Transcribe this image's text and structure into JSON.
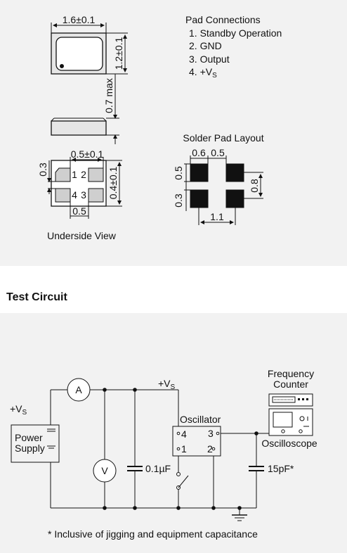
{
  "package": {
    "width_dim": "1.6±0.1",
    "height_dim": "1.2±0.1",
    "thickness_dim": "0.7 max",
    "pad_width_dim": "0.5±0.1",
    "pad_height_dim": "0.4±0.1",
    "pad_gap_dim": "0.3",
    "pad_bottom_dim": "0.5",
    "pads": {
      "p1": "1",
      "p2": "2",
      "p3": "3",
      "p4": "4"
    },
    "underside_label": "Underside View"
  },
  "pad_connections": {
    "title": "Pad Connections",
    "items": [
      "1. Standby Operation",
      "2. GND",
      "3. Output"
    ],
    "item4_prefix": "4. +V",
    "item4_sub": "S"
  },
  "solder_layout": {
    "title": "Solder Pad Layout",
    "dim_06": "0.6",
    "dim_05_top": "0.5",
    "dim_05_left": "0.5",
    "dim_03": "0.3",
    "dim_08": "0.8",
    "dim_11": "1.1"
  },
  "test_circuit": {
    "heading": "Test Circuit",
    "vs_left": "+V",
    "vs_top": "+V",
    "vs_sub": "S",
    "power_supply_line1": "Power",
    "power_supply_line2": "Supply",
    "ammeter": "A",
    "voltmeter": "V",
    "cap1": "0.1µF",
    "cap2": "15pF*",
    "oscillator": "Oscillator",
    "osc_pin4": "4",
    "osc_pin3": "3",
    "osc_pin1": "1",
    "osc_pin2": "2",
    "freq_counter_line1": "Frequency",
    "freq_counter_line2": "Counter",
    "oscilloscope": "Oscilloscope",
    "footnote": "* Inclusive of jigging and equipment capacitance"
  },
  "colors": {
    "panel": "#f2f2f2",
    "line": "#111111",
    "pad": "#111111",
    "pad_grey": "#cfcfcf"
  }
}
